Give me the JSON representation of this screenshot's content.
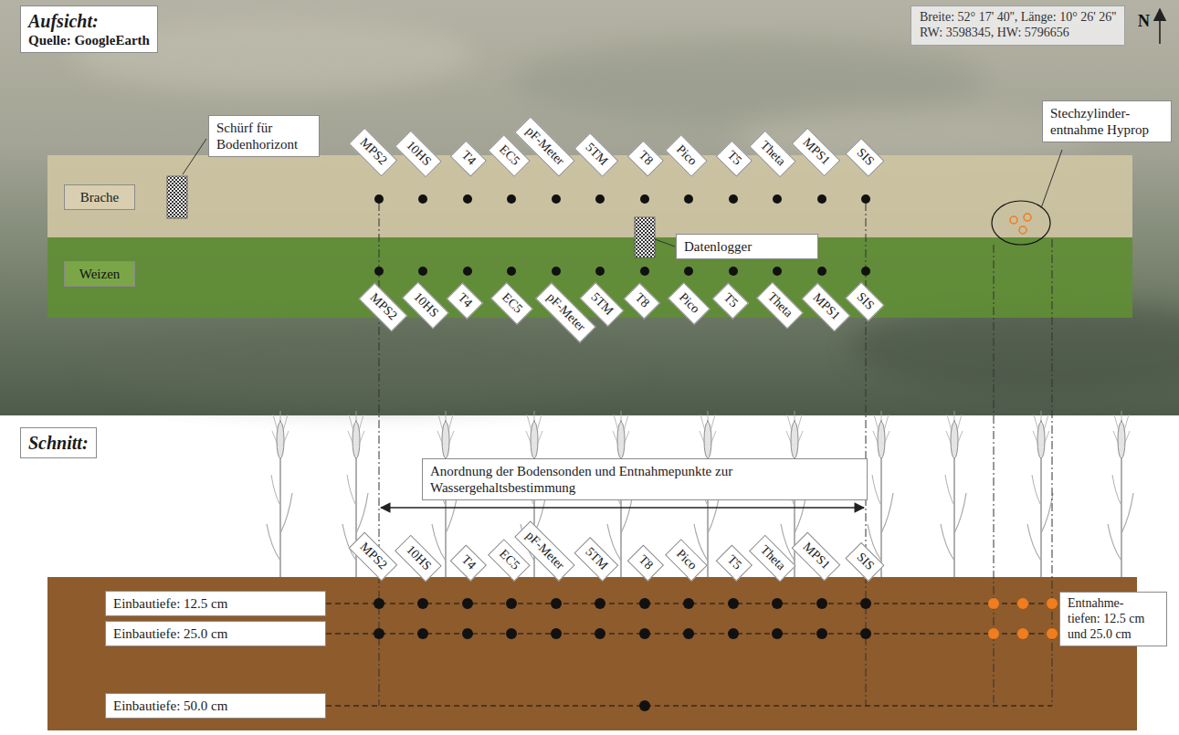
{
  "diagram": {
    "nodes": [
      {
        "text": [
          "Aufsicht:",
          "Quelle: GoogleEarth"
        ]
      },
      {
        "text": [
          "Breite: 52° 17' 40'', Länge: 10° 26' 26''",
          "RW: 3598345, HW: 5796656"
        ]
      },
      {
        "text": [
          "Schürf für Bodenhorizont"
        ]
      },
      {
        "text": [
          "MPS2"
        ]
      },
      {
        "text": [
          "10HS"
        ]
      },
      {
        "text": [
          "T4"
        ]
      },
      {
        "text": [
          "EC5"
        ]
      },
      {
        "text": [
          "pF-Meter"
        ]
      },
      {
        "text": [
          "5TM"
        ]
      },
      {
        "text": [
          "T8"
        ]
      },
      {
        "text": [
          "Pico"
        ]
      },
      {
        "text": [
          "T5"
        ]
      },
      {
        "text": [
          "Theta"
        ]
      },
      {
        "text": [
          "MPS1"
        ]
      },
      {
        "text": [
          "SIS"
        ]
      },
      {
        "text": [
          "Stechzylinder- entnahme Hyprop"
        ]
      },
      {
        "text": [
          "Brache"
        ]
      },
      {
        "text": [
          "Datenlogger"
        ]
      },
      {
        "text": [
          "Weizen"
        ]
      },
      {
        "text": [
          "MPS2"
        ]
      },
      {
        "text": [
          "10HS"
        ]
      },
      {
        "text": [
          "T4"
        ]
      },
      {
        "text": [
          "EC5"
        ]
      },
      {
        "text": [
          "pF-Meter"
        ]
      },
      {
        "text": [
          "5TM"
        ]
      },
      {
        "text": [
          "T8"
        ]
      },
      {
        "text": [
          "Pico"
        ]
      },
      {
        "text": [
          "T5"
        ]
      },
      {
        "text": [
          "Theta"
        ]
      },
      {
        "text": [
          "MPS1"
        ]
      },
      {
        "text": [
          "SIS"
        ]
      },
      {
        "text": [
          "Anordnung der Bodensonden und Entnahmepunkte zur Wassergehaltsbestimmung"
        ]
      },
      {
        "text": [
          "Schnitt:"
        ]
      },
      {
        "text": [
          "MPS2"
        ]
      },
      {
        "text": [
          "10HS"
        ]
      },
      {
        "text": [
          "T4"
        ]
      },
      {
        "text": [
          "EC5"
        ]
      },
      {
        "text": [
          "pF-Meter"
        ]
      },
      {
        "text": [
          "5TM"
        ]
      },
      {
        "text": [
          "T8"
        ]
      },
      {
        "text": [
          "Pico"
        ]
      },
      {
        "text": [
          "T5"
        ]
      },
      {
        "text": [
          "Theta"
        ]
      },
      {
        "text": [
          "MPS1"
        ]
      },
      {
        "text": [
          "SIS"
        ]
      },
      {
        "text": [
          "Einbautiefe: 12.5 cm"
        ]
      },
      {
        "text": [
          "Einbautiefe: 25.0 cm"
        ]
      },
      {
        "text": [
          "Entnahme- tiefen: 12.5 cm und 25.0 cm"
        ]
      },
      {
        "text": [
          "Einbautiefe: 50.0 cm"
        ]
      }
    ],
    "labels": [
      "N"
    ]
  }
}
